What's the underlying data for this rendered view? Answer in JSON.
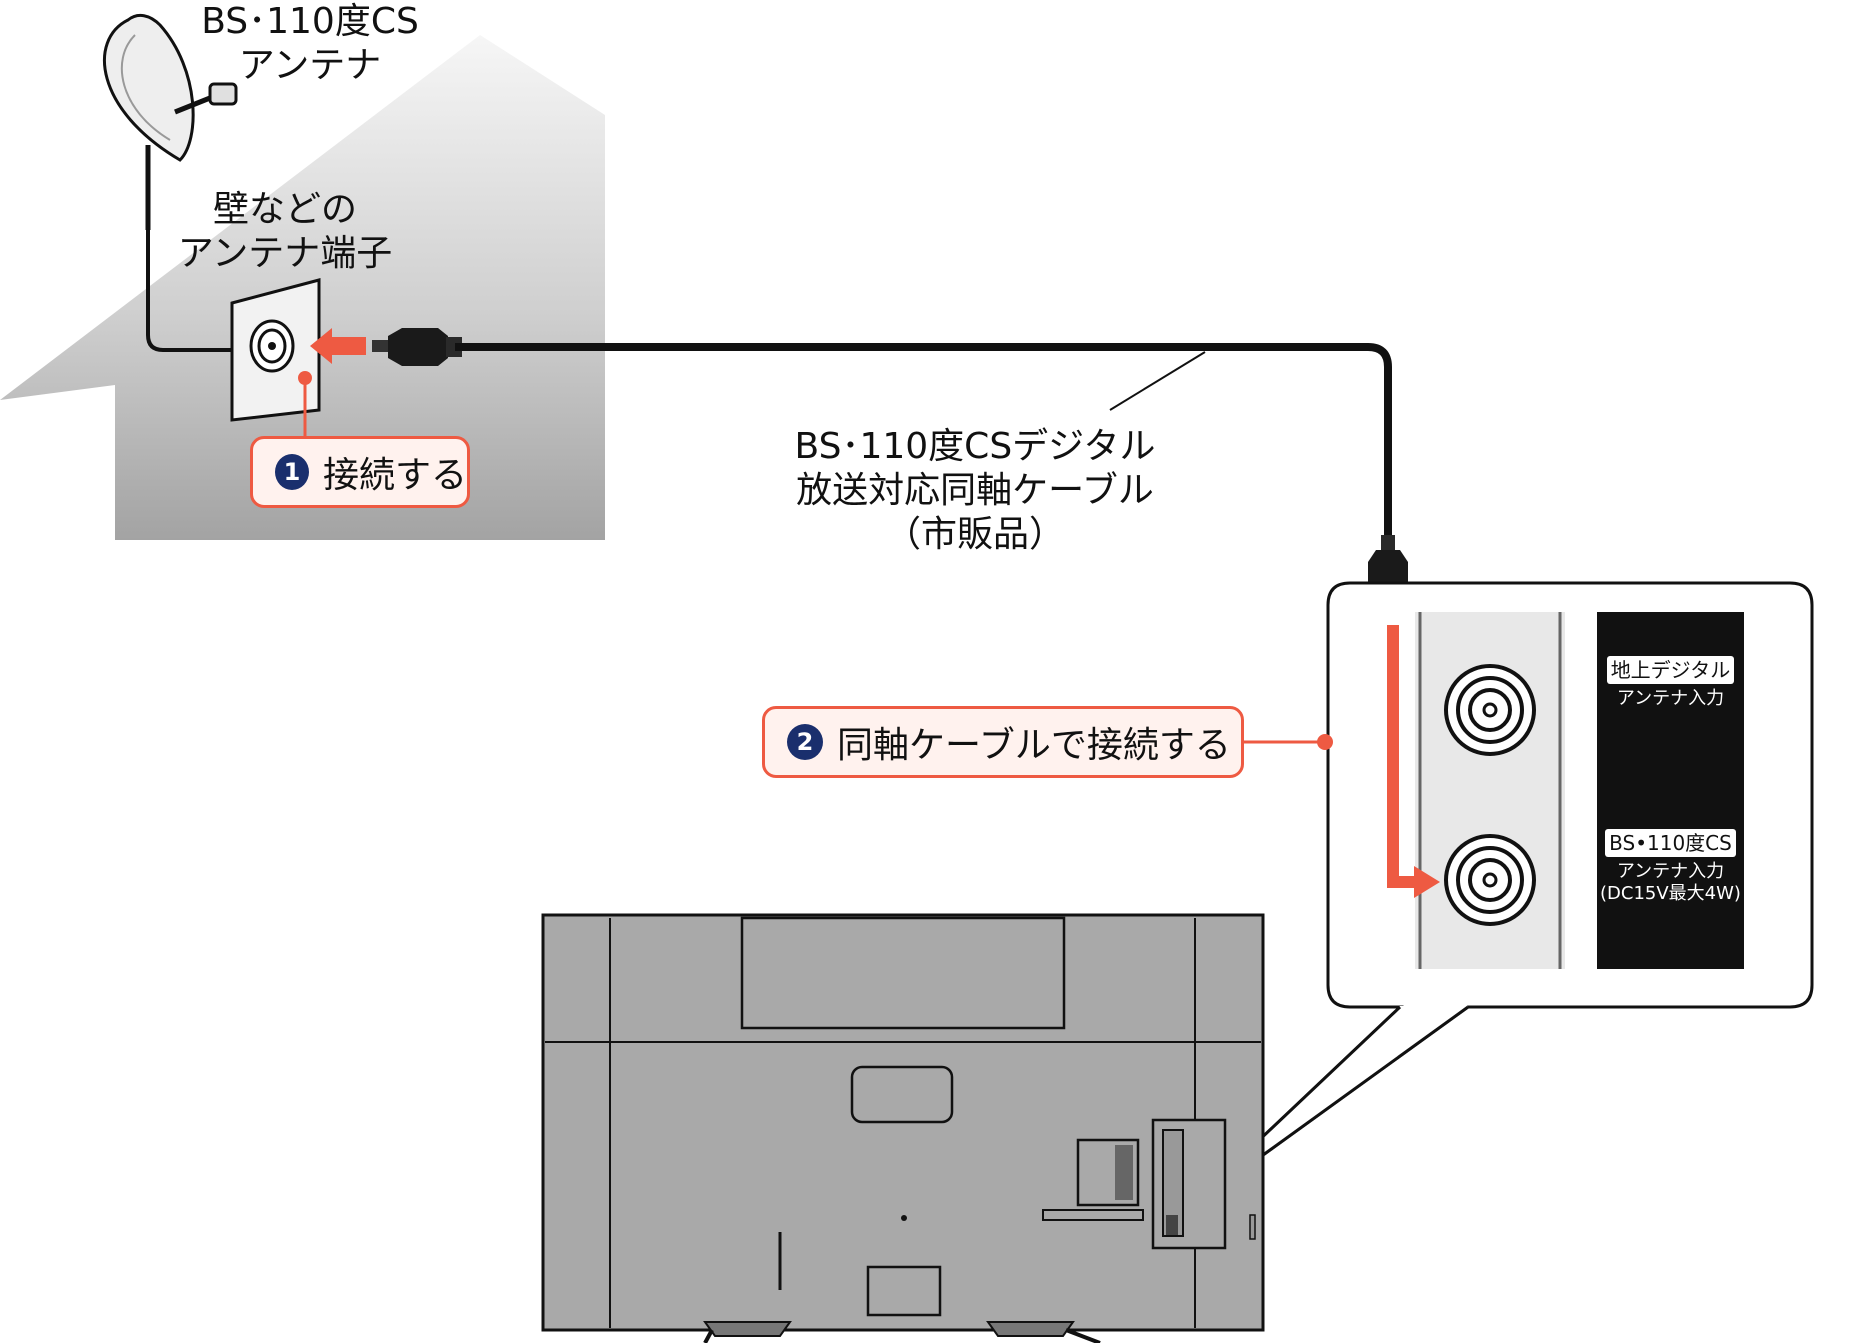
{
  "labels": {
    "antenna_line1": "BS･110度CS",
    "antenna_line2": "アンテナ",
    "wall_line1": "壁などの",
    "wall_line2": "アンテナ端子",
    "cable_line1": "BS･110度CSデジタル",
    "cable_line2": "放送対応同軸ケーブル",
    "cable_line3": "（市販品）"
  },
  "steps": [
    {
      "number": "1",
      "text": "接続する"
    },
    {
      "number": "2",
      "text": "同軸ケーブルで接続する"
    }
  ],
  "panel": {
    "terrestrial_tag": "地上デジタル",
    "terrestrial_sub": "アンテナ入力",
    "bs_tag": "BS•110度CS",
    "bs_sub1": "アンテナ入力",
    "bs_sub2": "(DC15V最大4W)"
  },
  "colors": {
    "accent": "#ee5a42",
    "callout_fill": "#fff2ee",
    "step_badge": "#1a2f6d",
    "tv_body": "#a9a9a9",
    "panel_black": "#111111"
  },
  "icons": [
    "satellite-dish-icon",
    "antenna-socket-icon",
    "coax-plug-icon",
    "tv-back-icon"
  ]
}
